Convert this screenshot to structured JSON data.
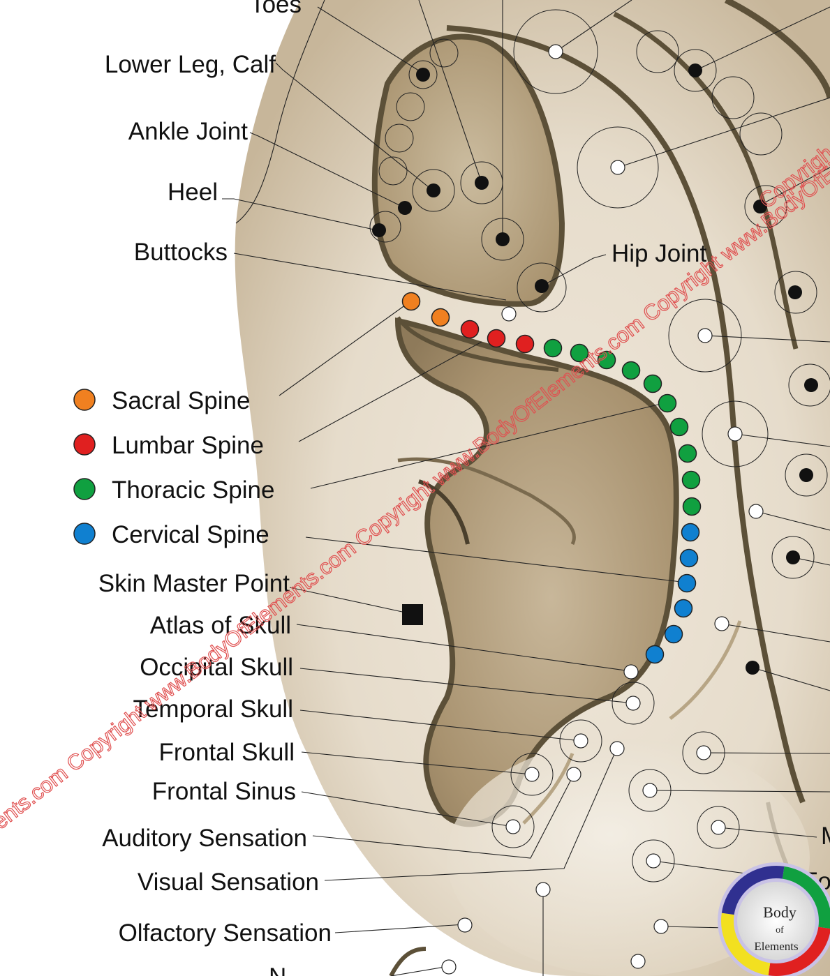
{
  "labels": {
    "toes": "Toes",
    "lower_leg_calf": "Lower Leg, Calf",
    "ankle_joint": "Ankle Joint",
    "heel": "Heel",
    "buttocks": "Buttocks",
    "hip_joint": "Hip Joint",
    "skin_master_point": "Skin Master Point",
    "atlas_of_skull": "Atlas of Skull",
    "occipital_skull": "Occipital Skull",
    "temporal_skull": "Temporal Skull",
    "frontal_skull": "Frontal Skull",
    "frontal_sinus": "Frontal Sinus",
    "auditory_sensation": "Auditory Sensation",
    "visual_sensation": "Visual Sensation",
    "olfactory_sensation": "Olfactory Sensation",
    "partial_n_bottom": "N",
    "partial_m_right": "M",
    "partial_fo_right": "Fo"
  },
  "legend": {
    "sacral": {
      "label": "Sacral Spine",
      "color": "#f08020"
    },
    "lumbar": {
      "label": "Lumbar Spine",
      "color": "#e02020"
    },
    "thoracic": {
      "label": "Thoracic Spine",
      "color": "#10a040"
    },
    "cervical": {
      "label": "Cervical Spine",
      "color": "#1080d0"
    }
  },
  "watermark": {
    "text_1": "ents.com Copyright www.BodyOfElements.com Copyright www.BodyOfElements.com Copyright www.BodyOfElements.com Copyright",
    "text_2": "Copyrigh"
  },
  "logo": {
    "line1": "Body",
    "line2": "of",
    "line3": "Elements"
  },
  "colors": {
    "ear_outline": "#5c5038",
    "ear_fill_dark": "#a08a68",
    "ear_fill_light": "#f4efe6"
  }
}
